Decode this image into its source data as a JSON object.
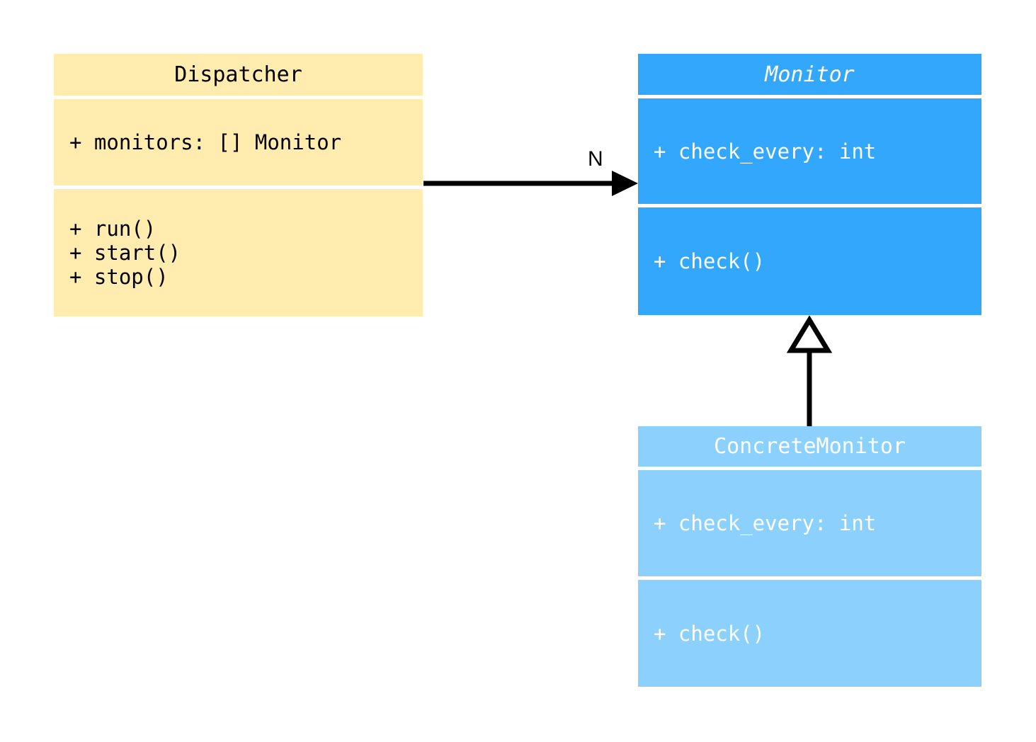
{
  "diagram": {
    "type": "uml-class-diagram",
    "title": "",
    "background": "#ffffff"
  },
  "classes": [
    {
      "id": "dispatcher",
      "name": "Dispatcher",
      "stereotype": "",
      "abstract": false,
      "fill": "#ffecae",
      "text_color": "#000000",
      "attributes": [
        "+ monitors: [] Monitor"
      ],
      "methods": [
        "+ run()",
        "+ start()",
        "+ stop()"
      ]
    },
    {
      "id": "monitor",
      "name": "Monitor",
      "stereotype": "",
      "abstract": true,
      "fill": "#33a7fc",
      "text_color": "#ffffff",
      "attributes": [
        "+ check_every: int"
      ],
      "methods": [
        "+ check()"
      ]
    },
    {
      "id": "concrete_monitor",
      "name": "ConcreteMonitor",
      "stereotype": "",
      "abstract": false,
      "fill": "#8cd0fd",
      "text_color": "#ffffff",
      "attributes": [
        "+ check_every: int"
      ],
      "methods": [
        "+ check()"
      ]
    }
  ],
  "relationships": [
    {
      "id": "dispatcher-to-monitor",
      "kind": "association",
      "from": "dispatcher",
      "to": "monitor",
      "label": "N",
      "arrowhead": "filled-triangle",
      "line": "solid",
      "color": "#000000"
    },
    {
      "id": "concrete-to-monitor",
      "kind": "generalization",
      "from": "concrete_monitor",
      "to": "monitor",
      "label": "",
      "arrowhead": "hollow-triangle",
      "line": "solid",
      "color": "#000000"
    }
  ]
}
